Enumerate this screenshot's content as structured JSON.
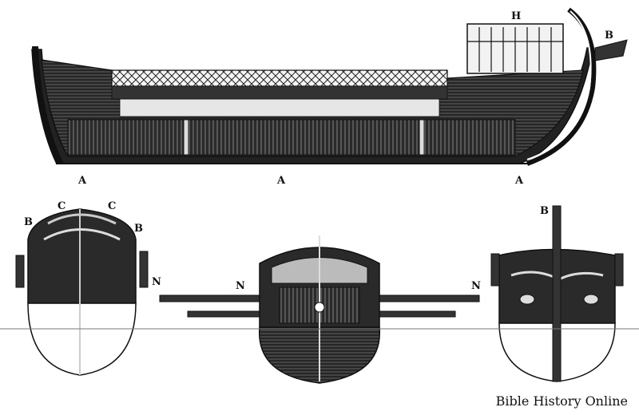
{
  "labels": {
    "side_a_left": "A",
    "side_a_mid": "A",
    "side_a_right": "A",
    "side_h": "H",
    "side_b": "B",
    "front_c_left": "C",
    "front_c_right": "C",
    "front_b_left": "B",
    "front_b_right": "B",
    "front_n": "N",
    "section_n_left": "N",
    "section_n_right": "N",
    "stern_b": "B"
  },
  "caption": "Bible History Online",
  "colors": {
    "ink": "#111111",
    "hull_dark": "#1c1c1c",
    "hull_mid": "#3a3a3a",
    "paper": "#ffffff"
  }
}
